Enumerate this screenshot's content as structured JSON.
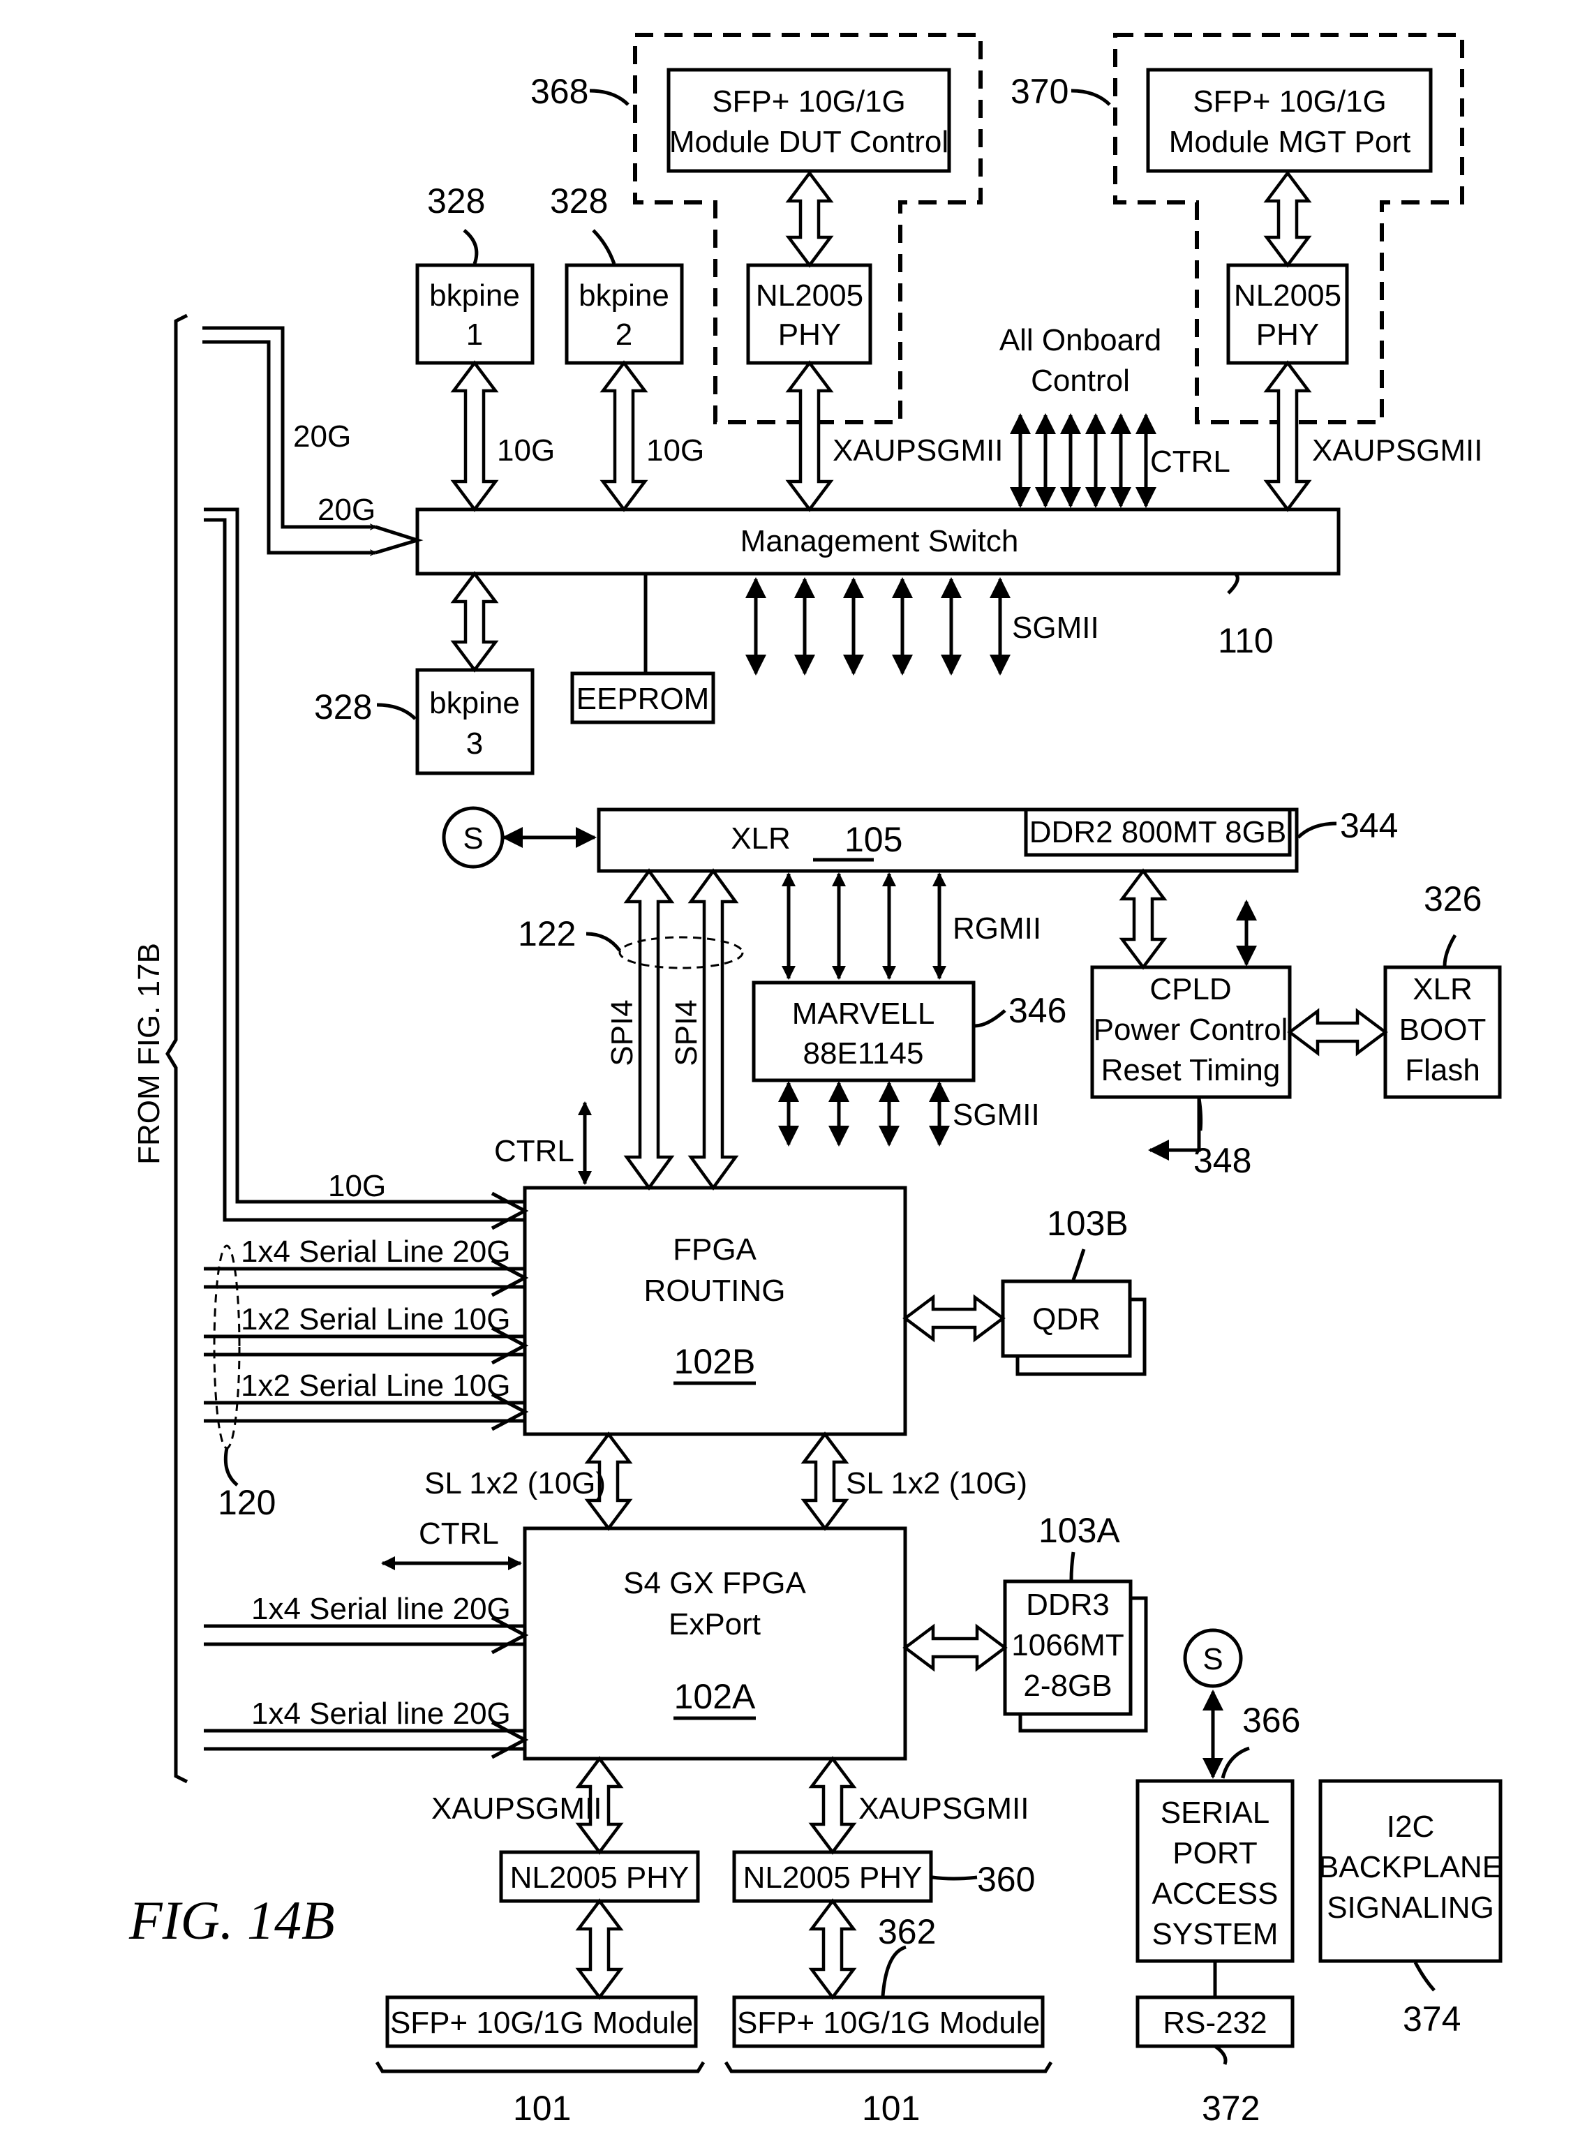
{
  "figure_label": "FIG. 14B",
  "side_label": "FROM FIG. 17B",
  "modules": {
    "sfp_dut": [
      "SFP+ 10G/1G",
      "Module DUT Control"
    ],
    "sfp_mgt": [
      "SFP+ 10G/1G",
      "Module MGT Port"
    ],
    "nl_phy_a": [
      "NL2005",
      "PHY"
    ],
    "nl_phy_b": [
      "NL2005",
      "PHY"
    ],
    "bkpine_1": [
      "bkpine",
      "1"
    ],
    "bkpine_2": [
      "bkpine",
      "2"
    ],
    "bkpine_3": [
      "bkpine",
      "3"
    ],
    "mgmt_switch": "Management Switch",
    "eeprom": "EEPROM",
    "xlr": "XLR",
    "ddr2": "DDR2 800MT 8GB",
    "marvell": [
      "MARVELL",
      "88E1145"
    ],
    "cpld": [
      "CPLD",
      "Power Control",
      "Reset Timing"
    ],
    "xlr_boot": [
      "XLR",
      "BOOT",
      "Flash"
    ],
    "fpga_routing": [
      "FPGA",
      "ROUTING"
    ],
    "qdr": "QDR",
    "s4_fpga": [
      "S4 GX FPGA",
      "ExPort"
    ],
    "ddr3": [
      "DDR3",
      "1066MT",
      "2-8GB"
    ],
    "nl_phy_left": "NL2005 PHY",
    "nl_phy_right": "NL2005 PHY",
    "sfp_left": "SFP+ 10G/1G Module",
    "sfp_right": "SFP+ 10G/1G Module",
    "serial": [
      "SERIAL",
      "PORT",
      "ACCESS",
      "SYSTEM"
    ],
    "rs232": "RS-232",
    "i2c": [
      "I2C",
      "BACKPLANE",
      "SIGNALING"
    ],
    "s_symbol": "S"
  },
  "labels": {
    "all_onboard": [
      "All Onboard",
      "Control"
    ],
    "ctrl": "CTRL",
    "xaupsgmii": "XAUPSGMII",
    "tenG": "10G",
    "twentyG": "20G",
    "sgmii": "SGMII",
    "rgmii": "RGMII",
    "spi4": "SPI4",
    "sl_1x2": "SL 1x2 (10G)",
    "l_1x4_20g": "1x4 Serial Line 20G",
    "l_1x2_10g": "1x2 Serial Line 10G",
    "l_1x4_line_20g": "1x4 Serial line 20G"
  },
  "refs": {
    "r368": "368",
    "r370": "370",
    "r328": "328",
    "r110": "110",
    "r344": "344",
    "r122": "122",
    "r326": "326",
    "r346": "346",
    "r348": "348",
    "r103b": "103B",
    "r102b": "102B",
    "r120": "120",
    "r103a": "103A",
    "r102a": "102A",
    "r366": "366",
    "r360": "360",
    "r362": "362",
    "r374": "374",
    "r372": "372",
    "r101": "101"
  }
}
